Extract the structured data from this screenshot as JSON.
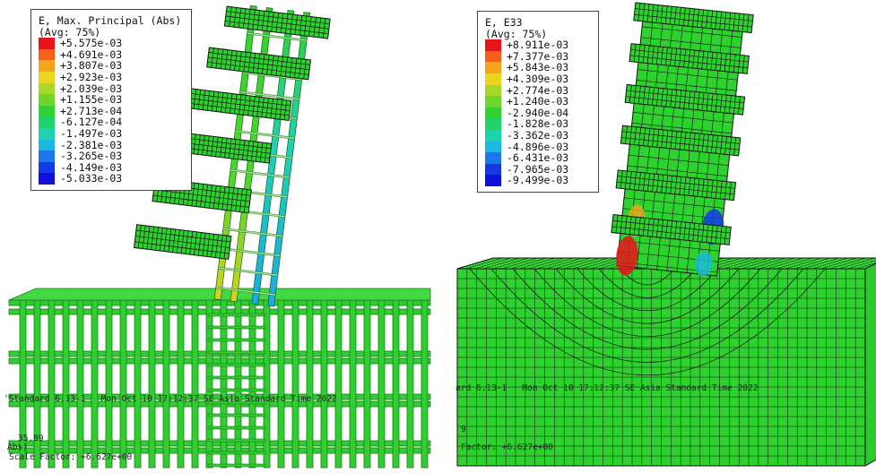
{
  "left": {
    "legend": {
      "title": "E, Max. Principal (Abs)",
      "avg": "(Avg: 75%)",
      "entries": [
        {
          "value": "+5.575e-03",
          "color": "#e8141a"
        },
        {
          "value": "+4.691e-03",
          "color": "#f2621a"
        },
        {
          "value": "+3.807e-03",
          "color": "#f5a51c"
        },
        {
          "value": "+2.923e-03",
          "color": "#e8d71e"
        },
        {
          "value": "+2.039e-03",
          "color": "#a8d82a"
        },
        {
          "value": "+1.155e-03",
          "color": "#6fd42c"
        },
        {
          "value": "+2.713e-04",
          "color": "#2fd22e"
        },
        {
          "value": "-6.127e-04",
          "color": "#1fd26a"
        },
        {
          "value": "-1.497e-03",
          "color": "#1ed2b0"
        },
        {
          "value": "-2.381e-03",
          "color": "#1cb8e0"
        },
        {
          "value": "-3.265e-03",
          "color": "#1a78e8"
        },
        {
          "value": "-4.149e-03",
          "color": "#1438e8"
        },
        {
          "value": "-5.033e-03",
          "color": "#1010d8"
        }
      ]
    },
    "footer_line": "'Standard 6.13-1   Mon Oct 10 17:12:37 SE Asia Standard Time 2022",
    "partial_value": "35.89",
    "partial_abs": "Abs)",
    "scale_factor": "Scale Factor: +6.627e+00"
  },
  "right": {
    "legend": {
      "title": "E, E33",
      "avg": "(Avg: 75%)",
      "entries": [
        {
          "value": "+8.911e-03",
          "color": "#e8141a"
        },
        {
          "value": "+7.377e-03",
          "color": "#f2621a"
        },
        {
          "value": "+5.843e-03",
          "color": "#f5a51c"
        },
        {
          "value": "+4.309e-03",
          "color": "#e8d71e"
        },
        {
          "value": "+2.774e-03",
          "color": "#a8d82a"
        },
        {
          "value": "+1.240e-03",
          "color": "#6fd42c"
        },
        {
          "value": "-2.940e-04",
          "color": "#2fd22e"
        },
        {
          "value": "-1.828e-03",
          "color": "#1fd26a"
        },
        {
          "value": "-3.362e-03",
          "color": "#1ed2b0"
        },
        {
          "value": "-4.896e-03",
          "color": "#1cb8e0"
        },
        {
          "value": "-6.431e-03",
          "color": "#1a78e8"
        },
        {
          "value": "-7.965e-03",
          "color": "#1438e8"
        },
        {
          "value": "-9.499e-03",
          "color": "#1010d8"
        }
      ]
    },
    "footer_line": "ard 6.13-1   Mon Oct 10 17:12:37 SE Asia Standard Time 2022",
    "partial_value": "9",
    "scale_factor": "Factor: +6.627e+00"
  },
  "colors": {
    "mesh_green": "#2ed22e",
    "rebar_green": "#33cc33",
    "edge": "#111111"
  }
}
